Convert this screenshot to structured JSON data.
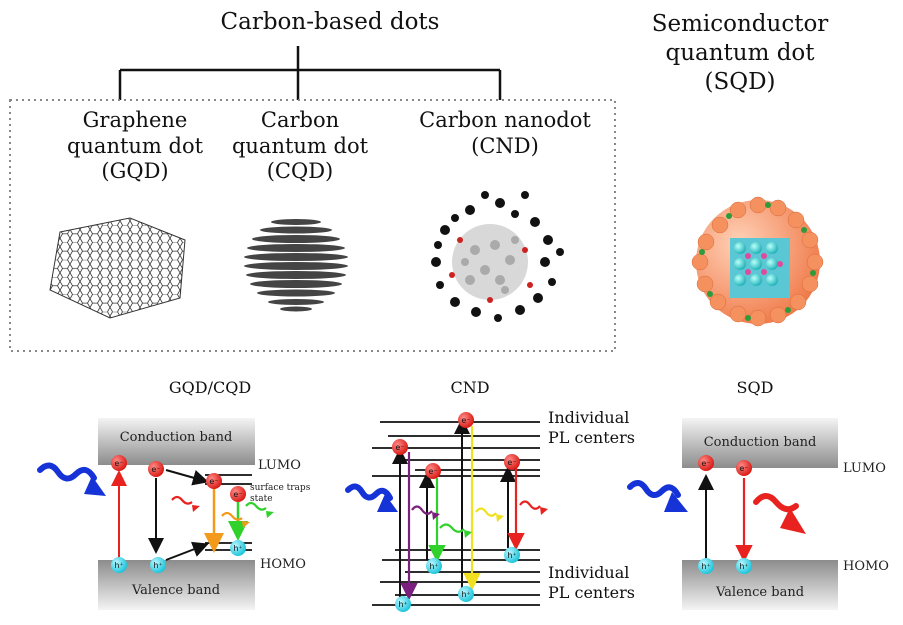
{
  "top": {
    "carbon_dots_title": "Carbon-based dots",
    "sqd_title_line1": "Semiconductor",
    "sqd_title_line2": "quantum dot",
    "sqd_title_line3": "(SQD)"
  },
  "carbon_types": [
    {
      "line1": "Graphene",
      "line2": "quantum dot",
      "line3": "(GQD)"
    },
    {
      "line1": "Carbon",
      "line2": "quantum dot",
      "line3": "(CQD)"
    },
    {
      "line1": "Carbon nanodot",
      "line2": "(CND)",
      "line3": ""
    }
  ],
  "panels": {
    "gqd_cqd": {
      "title": "GQD/CQD",
      "conduction_band": "Conduction band",
      "valence_band": "Valence band",
      "lumo": "LUMO",
      "homo": "HOMO",
      "traps_line1": "surface traps",
      "traps_line2": "state"
    },
    "cnd": {
      "title": "CND",
      "pl_top_line1": "Individual",
      "pl_top_line2": "PL centers",
      "pl_bottom_line1": "Individual",
      "pl_bottom_line2": "PL centers"
    },
    "sqd": {
      "title": "SQD",
      "conduction_band": "Conduction band",
      "valence_band": "Valence band",
      "lumo": "LUMO",
      "homo": "HOMO"
    }
  },
  "carriers": {
    "electron": "e⁻",
    "hole": "h⁺"
  },
  "colors": {
    "electron": "#e8231f",
    "hole": "#2fd3e6",
    "excitation": "#1533d6",
    "emission_red": "#e8231f",
    "emission_green": "#2fd12a",
    "emission_orange": "#f39a1c",
    "emission_yellow": "#f0e020",
    "emission_purple": "#7a1f7e",
    "band_gray": "#9a9a9a"
  }
}
